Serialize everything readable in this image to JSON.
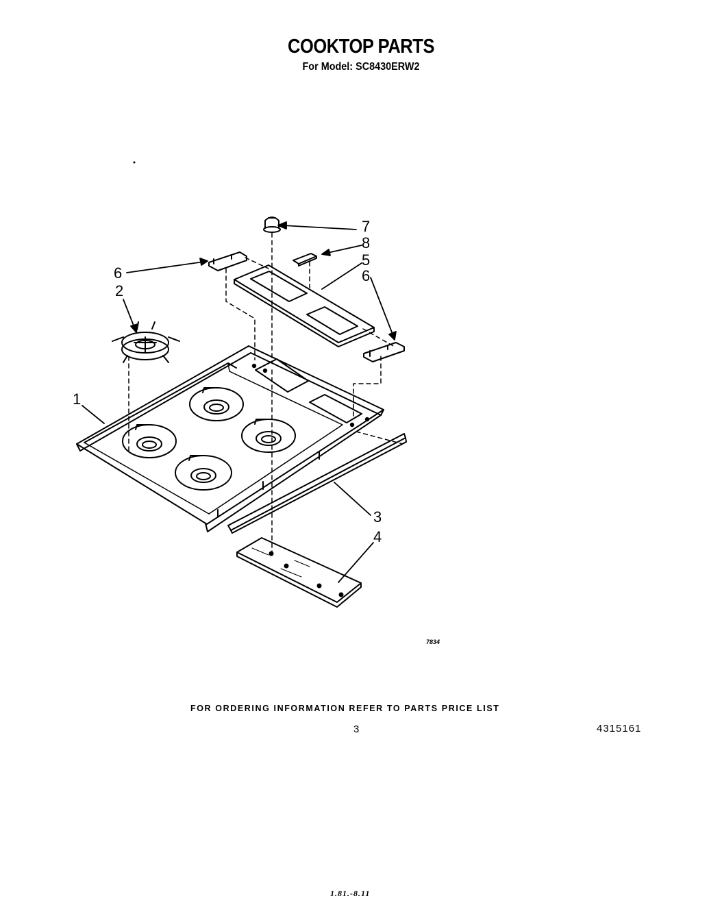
{
  "header": {
    "title": "COOKTOP PARTS",
    "subtitle": "For Model: SC8430ERW2"
  },
  "diagram": {
    "callouts": [
      "1",
      "2",
      "3",
      "4",
      "5",
      "6",
      "6",
      "7",
      "8"
    ],
    "figure_code": "7834"
  },
  "footer": {
    "ordering_note": "FOR ORDERING INFORMATION REFER TO PARTS PRICE LIST",
    "page_number": "3",
    "document_number": "4315161",
    "handwritten_mark": "1.81.-8.11"
  }
}
